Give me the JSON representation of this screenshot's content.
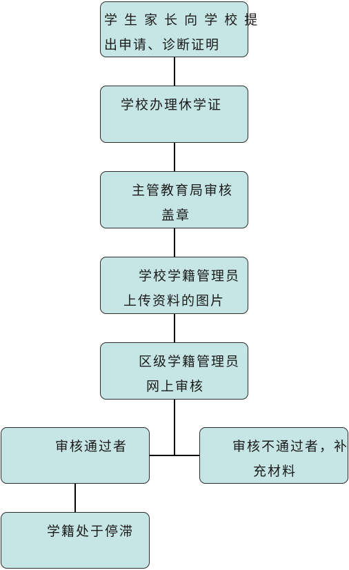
{
  "colors": {
    "box_fill": "#c6e6e6",
    "box_border": "#2a2a2a",
    "connector": "#000000"
  },
  "flowchart": {
    "step1": {
      "line1": "学 生 家 长 向 学 校 提",
      "line2": "出申请、诊断证明"
    },
    "step2": {
      "line1": "学校办理休学证"
    },
    "step3": {
      "line1": "主管教育局审核",
      "line2": "盖章"
    },
    "step4": {
      "line1": "学校学籍管理员",
      "line2": "上传资料的图片"
    },
    "step5": {
      "line1": "区级学籍管理员",
      "line2": "网上审核"
    },
    "approved": {
      "line1": "审核通过者"
    },
    "rejected": {
      "line1": "审核不通过者，补",
      "line2": "充材料"
    },
    "final": {
      "line1": "学籍处于停滞"
    }
  }
}
